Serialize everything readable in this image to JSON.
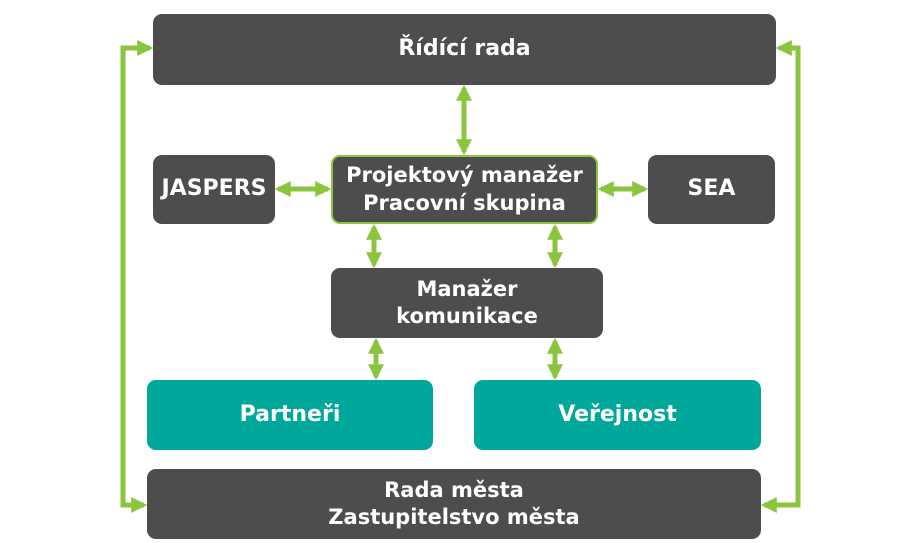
{
  "nodes": {
    "ridici_rada": {
      "label": "Řídící rada"
    },
    "jaspers": {
      "label": "JASPERS"
    },
    "projektovy_manazer": {
      "line1": "Projektový manažer",
      "line2": "Pracovní skupina"
    },
    "sea": {
      "label": "SEA"
    },
    "manazer_komunikace": {
      "line1": "Manažer",
      "line2": "komunikace"
    },
    "partneri": {
      "label": "Partneři"
    },
    "verejnost": {
      "label": "Veřejnost"
    },
    "rada_mesta": {
      "line1": "Rada města",
      "line2": "Zastupitelstvo města"
    }
  },
  "colors": {
    "box_dark": "#4d4d4d",
    "box_teal": "#00a79b",
    "arrow_green": "#8bc43f",
    "text": "#ffffff"
  }
}
